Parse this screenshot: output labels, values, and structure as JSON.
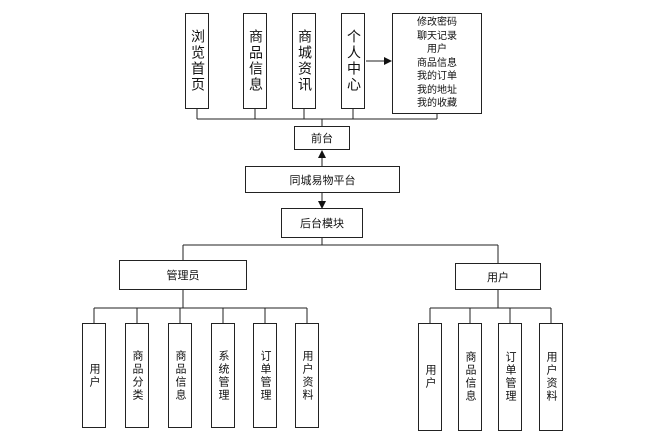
{
  "frontend": {
    "items": [
      {
        "label": "浏览首页"
      },
      {
        "label": "商品信息"
      },
      {
        "label": "商城资讯"
      },
      {
        "label": "个人中心"
      }
    ],
    "personal_center_items": [
      "修改密码",
      "聊天记录",
      "用户",
      "商品信息",
      "我的订单",
      "我的地址",
      "我的收藏"
    ],
    "label": "前台"
  },
  "platform": {
    "label": "同城易物平台"
  },
  "backend": {
    "label": "后台模块"
  },
  "admin": {
    "label": "管理员",
    "items": [
      {
        "label": "用户"
      },
      {
        "label": "商品分类"
      },
      {
        "label": "商品信息"
      },
      {
        "label": "系统管理"
      },
      {
        "label": "订单管理"
      },
      {
        "label": "用户资料"
      }
    ]
  },
  "user": {
    "label": "用户",
    "items": [
      {
        "label": "用户"
      },
      {
        "label": "商品信息"
      },
      {
        "label": "订单管理"
      },
      {
        "label": "用户资料"
      }
    ]
  }
}
